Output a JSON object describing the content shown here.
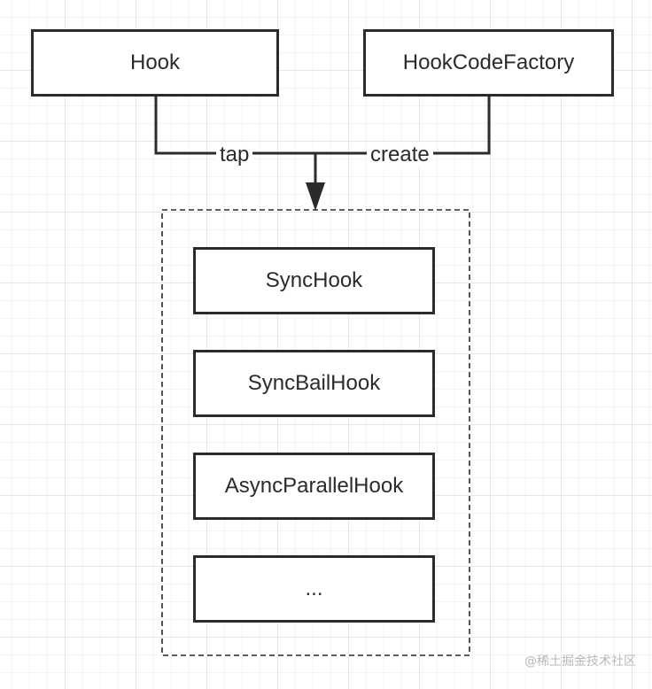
{
  "sources": [
    {
      "id": "hook",
      "label": "Hook"
    },
    {
      "id": "factory",
      "label": "HookCodeFactory"
    }
  ],
  "edges": [
    {
      "from": "hook",
      "label": "tap"
    },
    {
      "from": "factory",
      "label": "create"
    }
  ],
  "group": {
    "items": [
      "SyncHook",
      "SyncBailHook",
      "AsyncParallelHook",
      "..."
    ]
  },
  "watermark": "@稀土掘金技术社区",
  "colors": {
    "stroke": "#2b2b2b",
    "grid": "#e6e6e6",
    "background": "#ffffff"
  }
}
